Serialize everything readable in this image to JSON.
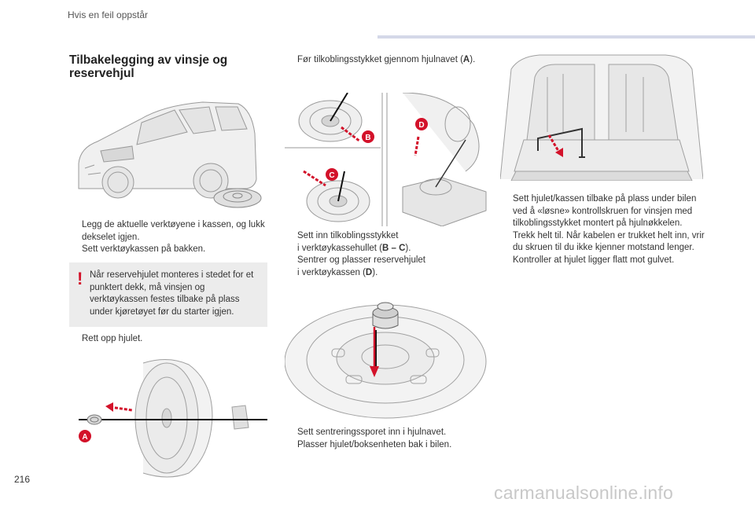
{
  "header": {
    "section": "Hvis en feil oppstår"
  },
  "page_number": "216",
  "title": "Tilbakelegging av vinsje og reservehjul",
  "bullet_marker": "",
  "col1": {
    "b1": "Legg de aktuelle verktøyene i kassen, og lukk dekselet igjen.",
    "b2": "Sett verktøykassen på bakken.",
    "warning_icon": "!",
    "warning": "Når reservehjulet monteres i stedet for et punktert dekk, må vinsjen og verktøykassen festes tilbake på plass under kjøretøyet før du starter igjen.",
    "b3": "Rett opp hjulet."
  },
  "col2": {
    "b1": "Før tilkoblingsstykket gjennom hjulnavet (",
    "b1_bold": "A",
    "b1_end": ").",
    "b2_line1": "Sett inn tilkoblingsstykket",
    "b2_line2": "i verktøykassehullet (",
    "b2_bold": "B – C",
    "b2_end": ").",
    "b3_line1": "Sentrer og plasser reservehjulet",
    "b3_line2": "i verktøykassen (",
    "b3_bold": "D",
    "b3_end": ").",
    "b4": "Sett sentreringssporet inn i hjulnavet.",
    "b5": "Plasser hjulet/boksenheten bak i bilen."
  },
  "col3": {
    "b1": "Sett hjulet/kassen tilbake på plass under bilen ved å «løsne» kontrollskruen for vinsjen med tilkoblingsstykket montert på hjulnøkkelen.",
    "b2": "Trekk helt til. Når kabelen er trukket helt inn, vrir du skruen til du ikke kjenner motstand lenger.",
    "b3": "Kontroller at hjulet ligger flatt mot gulvet."
  },
  "labels": {
    "a": "A",
    "b": "B",
    "c": "C",
    "d": "D"
  },
  "watermark": "carmanualsonline.info",
  "colors": {
    "accent": "#d3122a",
    "header_bar": "#d4d8e8",
    "warning_bg": "#ececec"
  }
}
